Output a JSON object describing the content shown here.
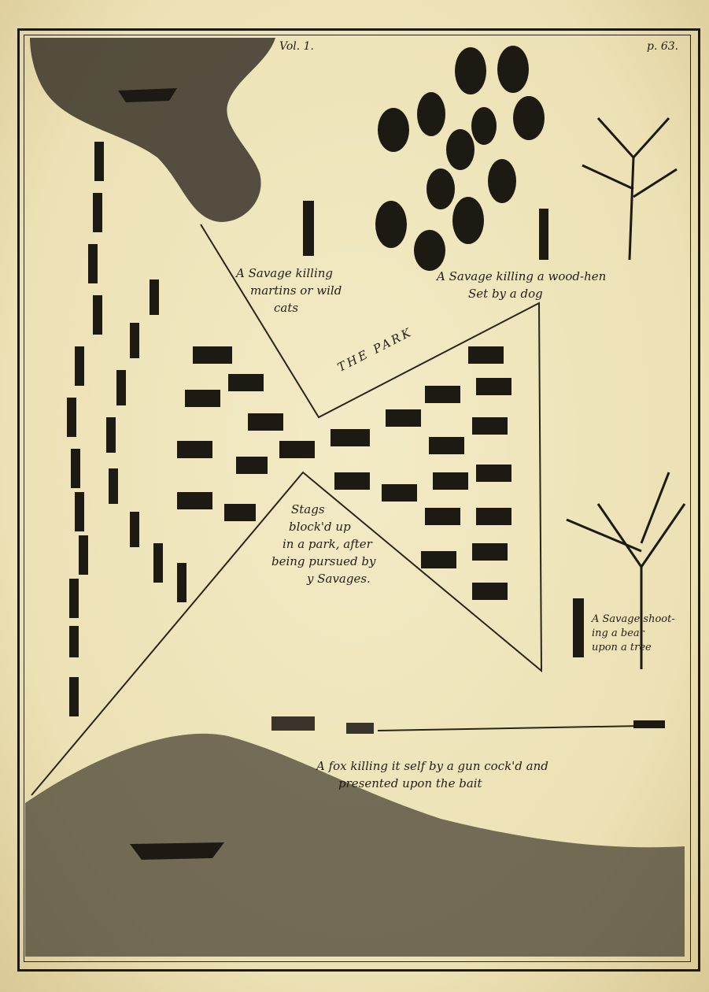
{
  "header": {
    "volume": "Vol. 1.",
    "page": "p. 63."
  },
  "captions": {
    "martins": [
      "A Savage killing",
      "martins or wild",
      "cats"
    ],
    "woodhen": [
      "A Savage killing a wood-hen",
      "Set by a dog"
    ],
    "park_label": "THE PARK",
    "stags": [
      "Stags",
      "block'd up",
      "in a park, after",
      "being pursued by",
      "y Savages."
    ],
    "bear": [
      "A Savage shoot-",
      "ing a bear",
      "upon a tree"
    ],
    "fox": [
      "A fox killing it self by a gun cock'd and",
      "presented upon the bait"
    ]
  }
}
